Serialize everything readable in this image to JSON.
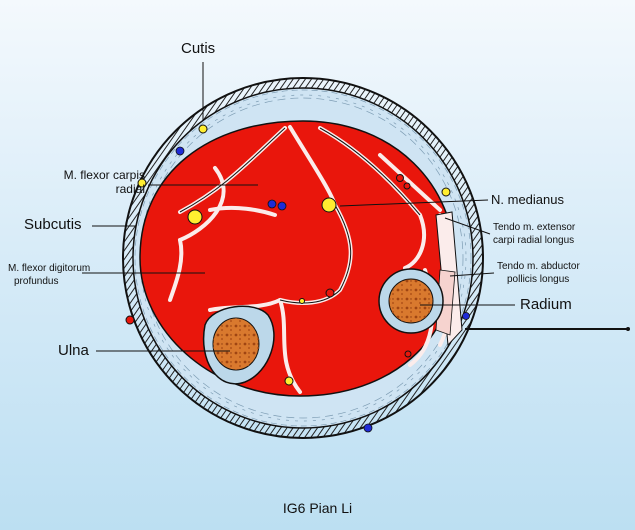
{
  "colors": {
    "muscle": "#e9160c",
    "subcutis": "#cfe4f3",
    "bone_marrow": "#d9792e",
    "bone_cortex": "#bcd8ea",
    "nerve": "#ffee30",
    "vein": "#1e2bd6"
  },
  "labels": {
    "cutis": "Cutis",
    "flexor_carpi_radial": [
      "M. flexor carpis",
      "radial"
    ],
    "subcutis": "Subcutis",
    "flexor_digitorum_profundus": [
      "M. flexor digitorum",
      "profundus"
    ],
    "ulna": "Ulna",
    "n_medianus": "N. medianus",
    "tendo_extensor": [
      "Tendo m. extensor",
      "carpi radial longus"
    ],
    "tendo_abductor": [
      "Tendo m. abductor",
      "pollicis longus"
    ],
    "radium": "Radium"
  },
  "credit": "IG6 Pian Li"
}
